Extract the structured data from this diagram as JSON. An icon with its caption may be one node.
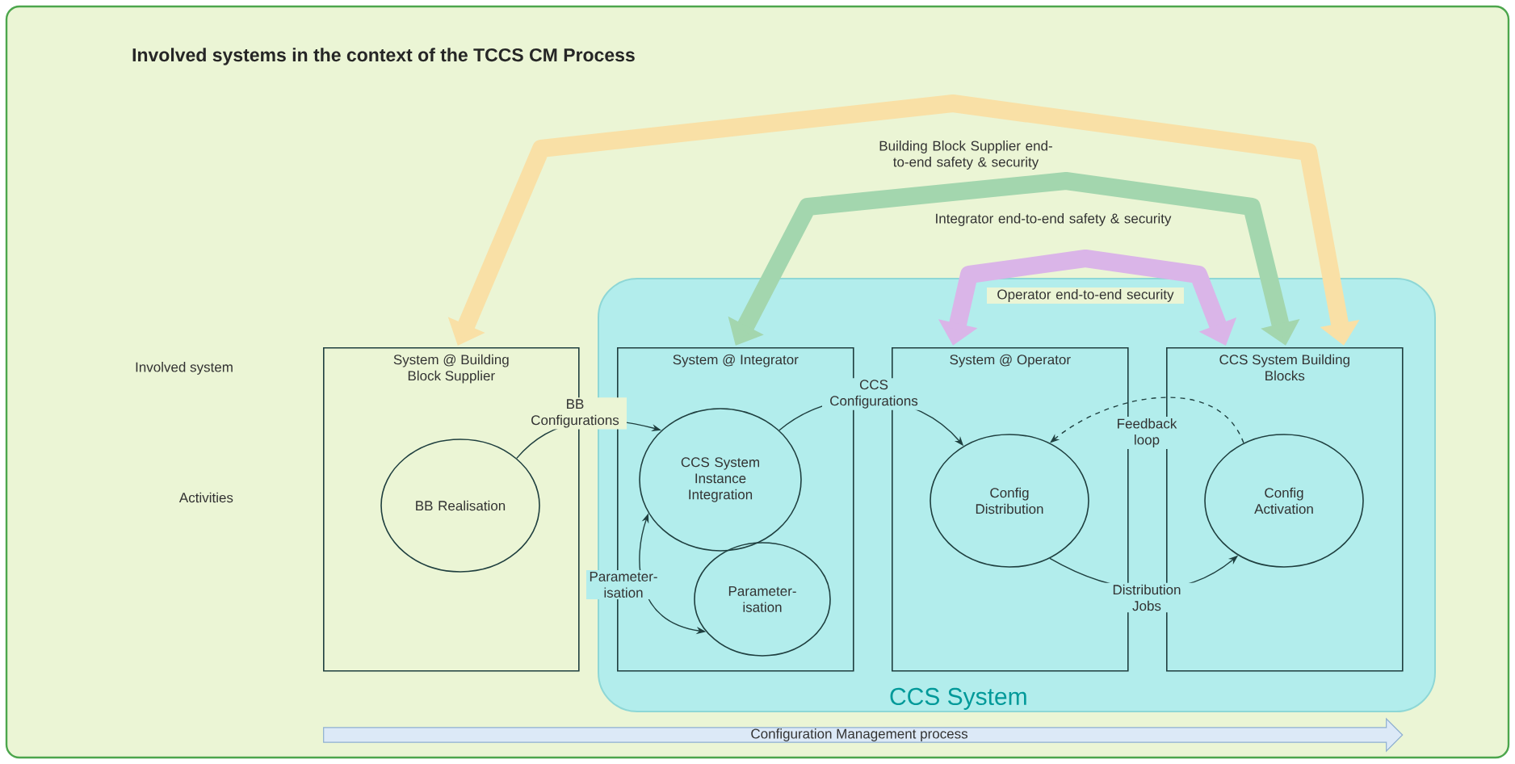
{
  "diagram": {
    "title": "Involved systems in the context of the TCCS CM Process",
    "nodes": [
      {
        "text": [
          "System @ Building Block Supplier"
        ]
      },
      {
        "text": [
          "BB Realisation"
        ],
        "in": 0
      },
      {
        "text": [
          "CCS System"
        ]
      },
      {
        "text": [
          "System @ Integrator"
        ],
        "in": 2
      },
      {
        "text": [
          "CCS System Instance Integration"
        ],
        "in": 3
      },
      {
        "text": [
          "Parameter- isation"
        ],
        "in": 3
      },
      {
        "text": [
          "System @ Operator"
        ],
        "in": 2
      },
      {
        "text": [
          "Config Distribution"
        ],
        "in": 6
      },
      {
        "text": [
          "CCS System Building Blocks"
        ],
        "in": 2
      },
      {
        "text": [
          "Config Activation"
        ],
        "in": 8
      },
      {
        "text": [
          "Configuration Management process"
        ]
      }
    ],
    "edges": [
      {
        "from": 1,
        "to": 4,
        "arrow": "to",
        "label": "BB Configurations"
      },
      {
        "from": 4,
        "to": 7,
        "arrow": "to",
        "label": "CCS Configurations"
      },
      {
        "from": 4,
        "to": 5,
        "arrow": "both",
        "label": "Parameter- isation"
      },
      {
        "from": 7,
        "to": 9,
        "arrow": "to",
        "label": "Distribution Jobs"
      },
      {
        "from": 9,
        "to": 7,
        "arrow": "to",
        "label": "Feedback loop",
        "style": "dashed"
      },
      {
        "from": 0,
        "to": 8,
        "arrow": "both",
        "label": "Building Block Supplier end-to-end safety & security",
        "style": "thick",
        "color": "#f9e0a6"
      },
      {
        "from": 3,
        "to": 8,
        "arrow": "both",
        "label": "Integrator end-to-end safety & security",
        "style": "thick",
        "color": "#a3d6ae"
      },
      {
        "from": 6,
        "to": 8,
        "arrow": "both",
        "label": "Operator end-to-end security",
        "style": "thick",
        "color": "#dab5e8"
      }
    ],
    "labels": [
      "Involved system",
      "Activities"
    ]
  }
}
